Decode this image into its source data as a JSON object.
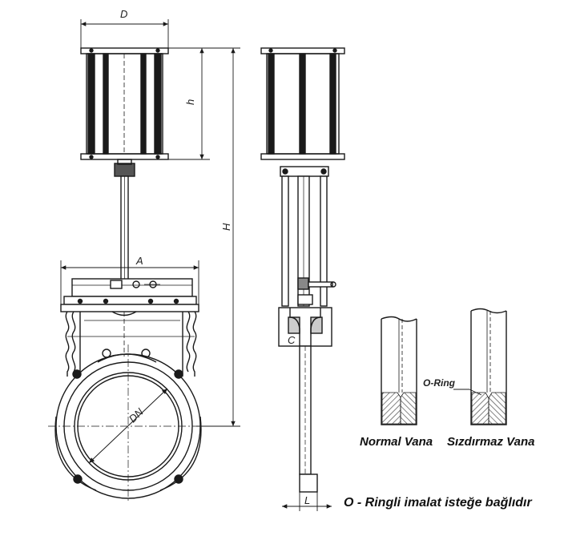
{
  "dimensions": {
    "d": "D",
    "h_small": "h",
    "h_total": "H",
    "a": "A",
    "dn": "DN",
    "c": "C",
    "l": "L",
    "o_ring": "O-Ring"
  },
  "captions": {
    "normal_vana": "Normal Vana",
    "sizdirmaz_vana": "Sızdırmaz Vana",
    "note": "O - Ringli imalat isteğe bağlıdır"
  },
  "colors": {
    "line": "#1a1a1a",
    "hatch": "#333333",
    "background": "#ffffff"
  }
}
